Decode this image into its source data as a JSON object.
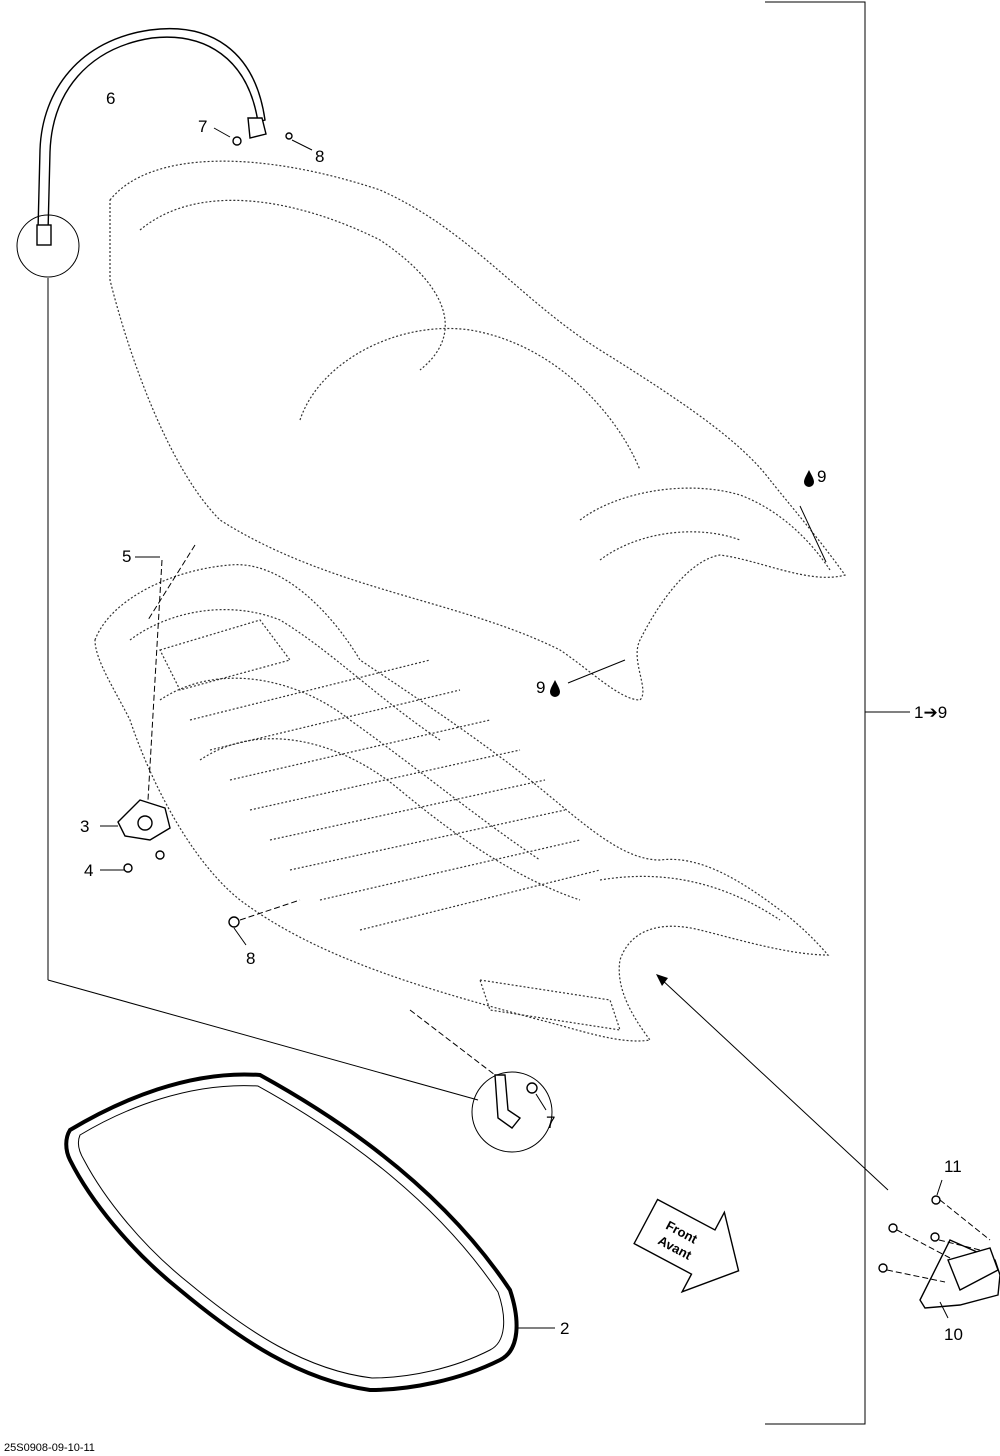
{
  "callouts": {
    "c6": "6",
    "c7_top": "7",
    "c8_top": "8",
    "c9_right": "9",
    "c5": "5",
    "c9_left": "9",
    "c1_9": "1➔9",
    "c3": "3",
    "c4": "4",
    "c8_mid": "8",
    "c7_bottom": "7",
    "c11": "11",
    "c2": "2",
    "c10": "10"
  },
  "front_arrow": {
    "line1": "Front",
    "line2": "Avant"
  },
  "drawing_code": "25S0908-09-10-11",
  "icons": {
    "adhesive": "drop-icon",
    "front": "front-arrow-icon"
  }
}
